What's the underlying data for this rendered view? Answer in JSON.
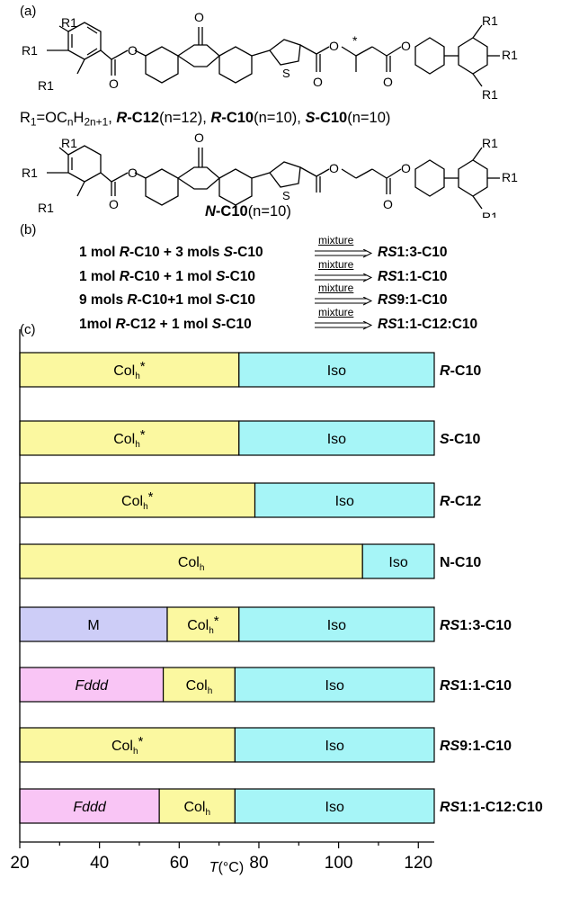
{
  "panels": {
    "a": "(a)",
    "b": "(b)",
    "c": "(c)"
  },
  "molecule": {
    "r1": "R1",
    "ketone_o": "O",
    "ester_o": "O",
    "thiophene_s": "S",
    "chiral_star": "*"
  },
  "r_definition": {
    "prefix": "R",
    "prefix_sub": "1",
    "formula_start": "=OC",
    "formula_sub1": "n",
    "formula_mid": "H",
    "formula_sub2": "2n+1",
    "sep": ",",
    "compounds": [
      {
        "stereo": "R",
        "name": "-C12",
        "n": "(n=12)"
      },
      {
        "stereo": "R",
        "name": "-C10",
        "n": "(n=10)"
      },
      {
        "stereo": "S",
        "name": "-C10",
        "n": "(n=10)"
      }
    ]
  },
  "achiral_label": {
    "stereo": "N",
    "name": "-C10",
    "n": "(n=10)"
  },
  "mixtures": [
    {
      "lhs": [
        "1 mol ",
        "R",
        "-C10 + 3 mols ",
        "S",
        "-C10"
      ],
      "arrow": "mixture",
      "rhs_stereo": "RS",
      "rhs": "1:3-C10"
    },
    {
      "lhs": [
        "1 mol ",
        "R",
        "-C10 + 1 mol ",
        "S",
        "-C10"
      ],
      "arrow": "mixture",
      "rhs_stereo": "RS",
      "rhs": "1:1-C10"
    },
    {
      "lhs": [
        "9 mols ",
        "R",
        "-C10+1 mol ",
        "S",
        "-C10"
      ],
      "arrow": "mixture",
      "rhs_stereo": "RS",
      "rhs": "9:1-C10"
    },
    {
      "lhs": [
        "1mol ",
        "R",
        "-C12  + 1 mol ",
        "S",
        "-C10"
      ],
      "arrow": "mixture",
      "rhs_stereo": "RS",
      "rhs": "1:1-C12:C10"
    }
  ],
  "chart_data": {
    "type": "bar",
    "orientation": "horizontal-stacked",
    "xlabel": "T(°C)",
    "xlim": [
      20,
      124
    ],
    "xticks": [
      20,
      40,
      60,
      80,
      100,
      120
    ],
    "phase_colors": {
      "Colh*": "#fbf8a0",
      "Colh": "#fbf8a0",
      "Iso": "#a6f5f7",
      "M": "#cdcdf7",
      "Fddd": "#f9c5f5"
    },
    "rows": [
      {
        "label_stereo": "R",
        "label": "-C10",
        "segments": [
          {
            "phase": "Col",
            "sub": "h",
            "sup": "*",
            "italic": false,
            "from": 20,
            "to": 75
          },
          {
            "phase": "Iso",
            "sub": "",
            "sup": "",
            "italic": false,
            "from": 75,
            "to": 124
          }
        ]
      },
      {
        "label_stereo": "S",
        "label": "-C10",
        "segments": [
          {
            "phase": "Col",
            "sub": "h",
            "sup": "*",
            "italic": false,
            "from": 20,
            "to": 75
          },
          {
            "phase": "Iso",
            "sub": "",
            "sup": "",
            "italic": false,
            "from": 75,
            "to": 124
          }
        ]
      },
      {
        "label_stereo": "R",
        "label": "-C12",
        "segments": [
          {
            "phase": "Col",
            "sub": "h",
            "sup": "*",
            "italic": false,
            "from": 20,
            "to": 79
          },
          {
            "phase": "Iso",
            "sub": "",
            "sup": "",
            "italic": false,
            "from": 79,
            "to": 124
          }
        ]
      },
      {
        "label_stereo": "",
        "label": "N-C10",
        "segments": [
          {
            "phase": "Col",
            "sub": "h",
            "sup": "",
            "italic": false,
            "from": 20,
            "to": 106
          },
          {
            "phase": "Iso",
            "sub": "",
            "sup": "",
            "italic": false,
            "from": 106,
            "to": 124
          }
        ]
      },
      {
        "label_stereo": "RS",
        "label": "1:3-C10",
        "segments": [
          {
            "phase": "M",
            "sub": "",
            "sup": "",
            "italic": false,
            "from": 20,
            "to": 57
          },
          {
            "phase": "Col",
            "sub": "h",
            "sup": "*",
            "italic": false,
            "from": 57,
            "to": 75
          },
          {
            "phase": "Iso",
            "sub": "",
            "sup": "",
            "italic": false,
            "from": 75,
            "to": 124
          }
        ]
      },
      {
        "label_stereo": "RS",
        "label": "1:1-C10",
        "segments": [
          {
            "phase": "Fddd",
            "sub": "",
            "sup": "",
            "italic": true,
            "from": 20,
            "to": 56
          },
          {
            "phase": "Col",
            "sub": "h",
            "sup": "",
            "italic": false,
            "from": 56,
            "to": 74
          },
          {
            "phase": "Iso",
            "sub": "",
            "sup": "",
            "italic": false,
            "from": 74,
            "to": 124
          }
        ]
      },
      {
        "label_stereo": "RS",
        "label": "9:1-C10",
        "segments": [
          {
            "phase": "Col",
            "sub": "h",
            "sup": "*",
            "italic": false,
            "from": 20,
            "to": 74
          },
          {
            "phase": "Iso",
            "sub": "",
            "sup": "",
            "italic": false,
            "from": 74,
            "to": 124
          }
        ]
      },
      {
        "label_stereo": "RS",
        "label": "1:1-C12:C10",
        "segments": [
          {
            "phase": "Fddd",
            "sub": "",
            "sup": "",
            "italic": true,
            "from": 20,
            "to": 55
          },
          {
            "phase": "Col",
            "sub": "h",
            "sup": "",
            "italic": false,
            "from": 55,
            "to": 74
          },
          {
            "phase": "Iso",
            "sub": "",
            "sup": "",
            "italic": false,
            "from": 74,
            "to": 124
          }
        ]
      }
    ]
  }
}
